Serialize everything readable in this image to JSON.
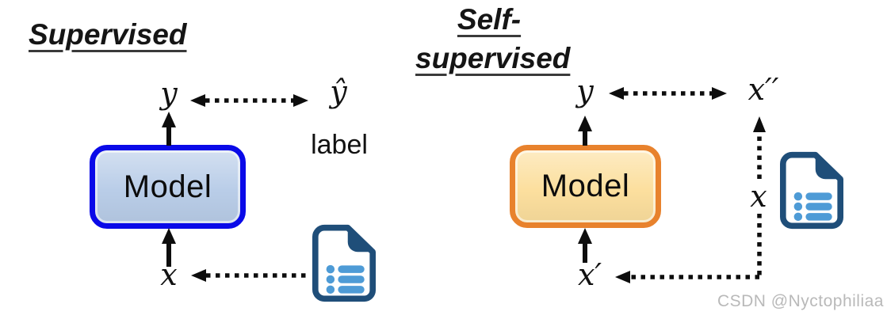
{
  "supervised": {
    "title": "Supervised",
    "y_label": "y",
    "y_hat_label": "ŷ",
    "label_caption": "label",
    "model_label": "Model",
    "x_label": "x"
  },
  "self_supervised": {
    "title_line1": "Self-",
    "title_line2": "supervised",
    "y_label": "y",
    "x_double_prime_label": "x′′",
    "data_x_label": "x",
    "model_label": "Model",
    "x_prime_label": "x′"
  },
  "watermark": "CSDN @Nyctophiliaa",
  "colors": {
    "supervised_box_border": "#0a0ae8",
    "supervised_box_fill": "#b9cde8",
    "self_supervised_box_border": "#e8822d",
    "self_supervised_box_fill": "#fcdf9e",
    "arrow_color": "#0d0d0d",
    "document_icon_dark": "#1f4e79",
    "document_icon_light": "#4e9bd6",
    "watermark_color": "#b9b9b9"
  }
}
